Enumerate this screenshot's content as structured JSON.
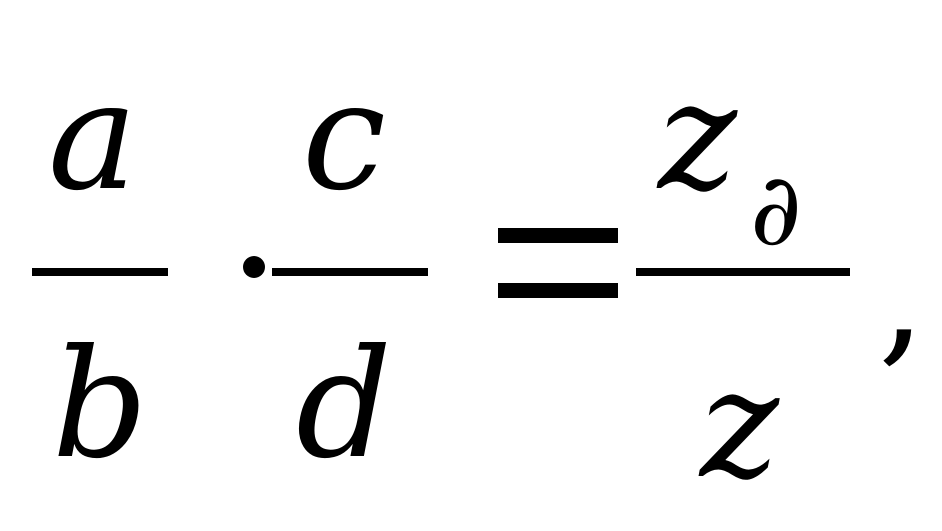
{
  "formula": {
    "frac1": {
      "numerator": "a",
      "denominator": "b"
    },
    "frac2": {
      "numerator": "c",
      "denominator": "d"
    },
    "frac3": {
      "numerator_base": "z",
      "numerator_subscript": "∂",
      "denominator": "z"
    },
    "trailing": ","
  }
}
